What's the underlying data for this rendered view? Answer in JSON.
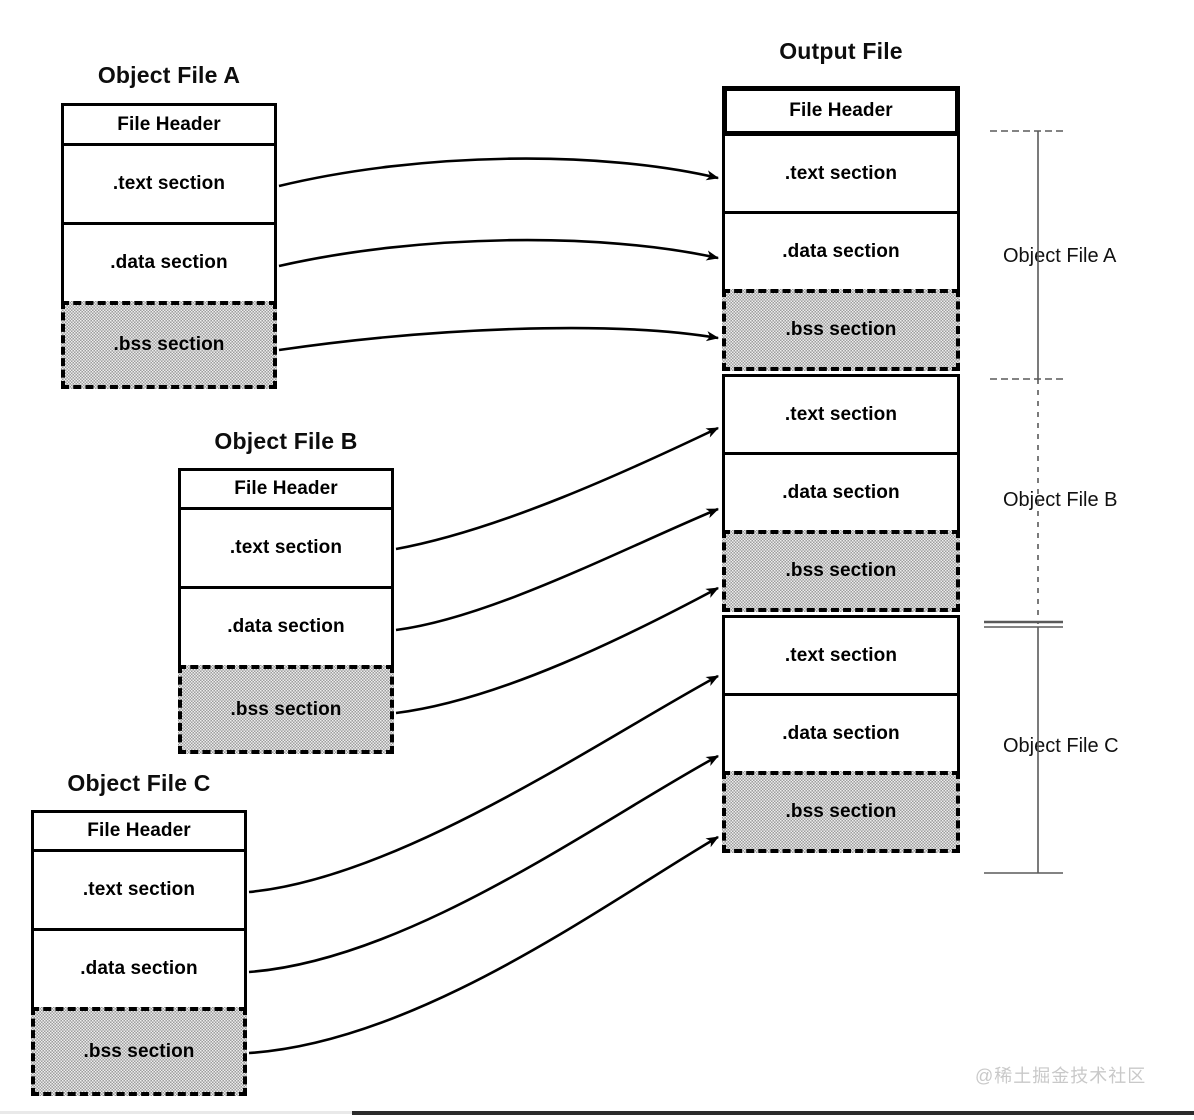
{
  "diagram": {
    "title_output": "Output File",
    "section_labels": {
      "header": "File Header",
      "text": ".text section",
      "data": ".data section",
      "bss": ".bss section"
    }
  },
  "object_files": [
    {
      "title": "Object File A",
      "sections": [
        {
          "label": "File Header",
          "kind": "header"
        },
        {
          "label": ".text section",
          "kind": "text"
        },
        {
          "label": ".data section",
          "kind": "data"
        },
        {
          "label": ".bss section",
          "kind": "bss"
        }
      ]
    },
    {
      "title": "Object File B",
      "sections": [
        {
          "label": "File Header",
          "kind": "header"
        },
        {
          "label": ".text section",
          "kind": "text"
        },
        {
          "label": ".data section",
          "kind": "data"
        },
        {
          "label": ".bss section",
          "kind": "bss"
        }
      ]
    },
    {
      "title": "Object File C",
      "sections": [
        {
          "label": "File Header",
          "kind": "header"
        },
        {
          "label": ".text section",
          "kind": "text"
        },
        {
          "label": ".data section",
          "kind": "data"
        },
        {
          "label": ".bss section",
          "kind": "bss"
        }
      ]
    }
  ],
  "output_file": {
    "title": "Output File",
    "sections": [
      {
        "label": "File Header",
        "kind": "header"
      },
      {
        "label": ".text section",
        "kind": "text"
      },
      {
        "label": ".data section",
        "kind": "data"
      },
      {
        "label": ".bss section",
        "kind": "bss"
      },
      {
        "label": ".text section",
        "kind": "text"
      },
      {
        "label": ".data section",
        "kind": "data"
      },
      {
        "label": ".bss section",
        "kind": "bss"
      },
      {
        "label": ".text section",
        "kind": "text"
      },
      {
        "label": ".data section",
        "kind": "data"
      },
      {
        "label": ".bss section",
        "kind": "bss"
      }
    ]
  },
  "group_brackets": [
    {
      "label": "Object File A"
    },
    {
      "label": "Object File B"
    },
    {
      "label": "Object File C"
    }
  ],
  "watermark": {
    "text": "@稀土掘金技术社区"
  },
  "colors": {
    "stroke": "#000000",
    "bss_fill": "#b4b4b4",
    "page_background": "#ffffff",
    "bracket_line": "#555555",
    "watermark": "#c9c9c9"
  }
}
